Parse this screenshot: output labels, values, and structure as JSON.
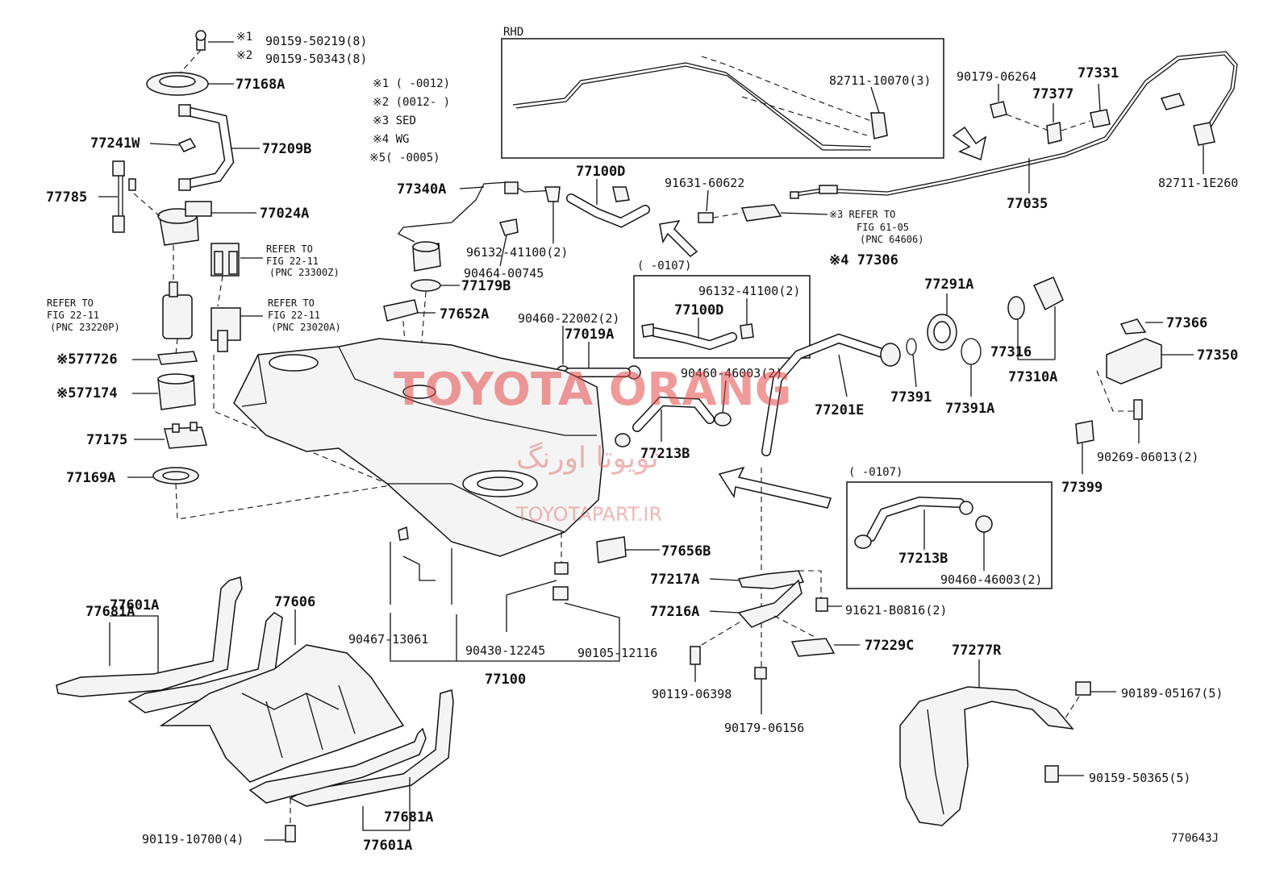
{
  "labels": {
    "p90159_50219": "90159-50219(8)",
    "p90159_50343": "90159-50343(8)",
    "m1": "※1",
    "m2": "※2",
    "p77168A": "77168A",
    "p77241W": "77241W",
    "p77209B": "77209B",
    "p77785": "77785",
    "p77024A": "77024A",
    "refer1_a": "REFER TO",
    "refer1_b": "FIG 22-11",
    "refer1_c": "(PNC 23300Z)",
    "refer2_a": "REFER TO",
    "refer2_b": "FIG 22-11",
    "refer2_c": "(PNC 23220P)",
    "refer3_a": "REFER TO",
    "refer3_b": "FIG 22-11",
    "refer3_c": "(PNC 23020A)",
    "p77726": "※577726",
    "p77174": "※577174",
    "p77175": "77175",
    "p77169A": "77169A",
    "note1": "※1 (       -0012)",
    "note2": "※2 (0012-       )",
    "note3": "※3 SED",
    "note4": "※4 WG",
    "note5": "※5(       -0005)",
    "p77340A": "77340A",
    "p77100D_top": "77100D",
    "p96132_top": "96132-41100(2)",
    "p90464": "90464-00745",
    "p77179B": "77179B",
    "p77652A": "77652A",
    "rhd": "RHD",
    "p82711_10070": "82711-10070(3)",
    "p90179_06264": "90179-06264",
    "p77377": "77377",
    "p77331": "77331",
    "p82711_1E260": "82711-1E260",
    "p77035": "77035",
    "p91631": "91631-60622",
    "ref4_a": "※3 REFER TO",
    "ref4_b": "FIG 61-05",
    "ref4_c": "(PNC 64606)",
    "p77306": "※4 77306",
    "box1_title": "(      -0107)",
    "p96132_box": "96132-41100(2)",
    "p77100D_box": "77100D",
    "p90460_22002": "90460-22002(2)",
    "p77019A": "77019A",
    "p90460_46003_top": "90460-46003(2)",
    "p77291A": "77291A",
    "p77316": "77316",
    "p77310A": "77310A",
    "p77391": "77391",
    "p77391A": "77391A",
    "p77201E": "77201E",
    "p77366": "77366",
    "p77350": "77350",
    "p90269": "90269-06013(2)",
    "p77399": "77399",
    "p77213B_main": "77213B",
    "box2_title": "(      -0107)",
    "p77213B_box": "77213B",
    "p90460_46003_box": "90460-46003(2)",
    "p77656B": "77656B",
    "p77217A": "77217A",
    "p77216A": "77216A",
    "p91621": "91621-B0816(2)",
    "p77229C": "77229C",
    "p90119_06398": "90119-06398",
    "p90179_06156": "90179-06156",
    "p77277R": "77277R",
    "p90189": "90189-05167(5)",
    "p90159_50365": "90159-50365(5)",
    "p90467": "90467-13061",
    "p90430": "90430-12245",
    "p90105": "90105-12116",
    "p77100": "77100",
    "p77601A_top": "77601A",
    "p77681A_top": "77681A",
    "p77606": "77606",
    "p77681A_bot": "77681A",
    "p77601A_bot": "77601A",
    "p90119_10700": "90119-10700(4)",
    "fig_code": "770643J"
  },
  "watermark": {
    "main": "TOYOTA ORANG",
    "persian": "تویوتا اورنگ",
    "url": "TOYOTAPART.IR",
    "color": "#e34a4a"
  }
}
